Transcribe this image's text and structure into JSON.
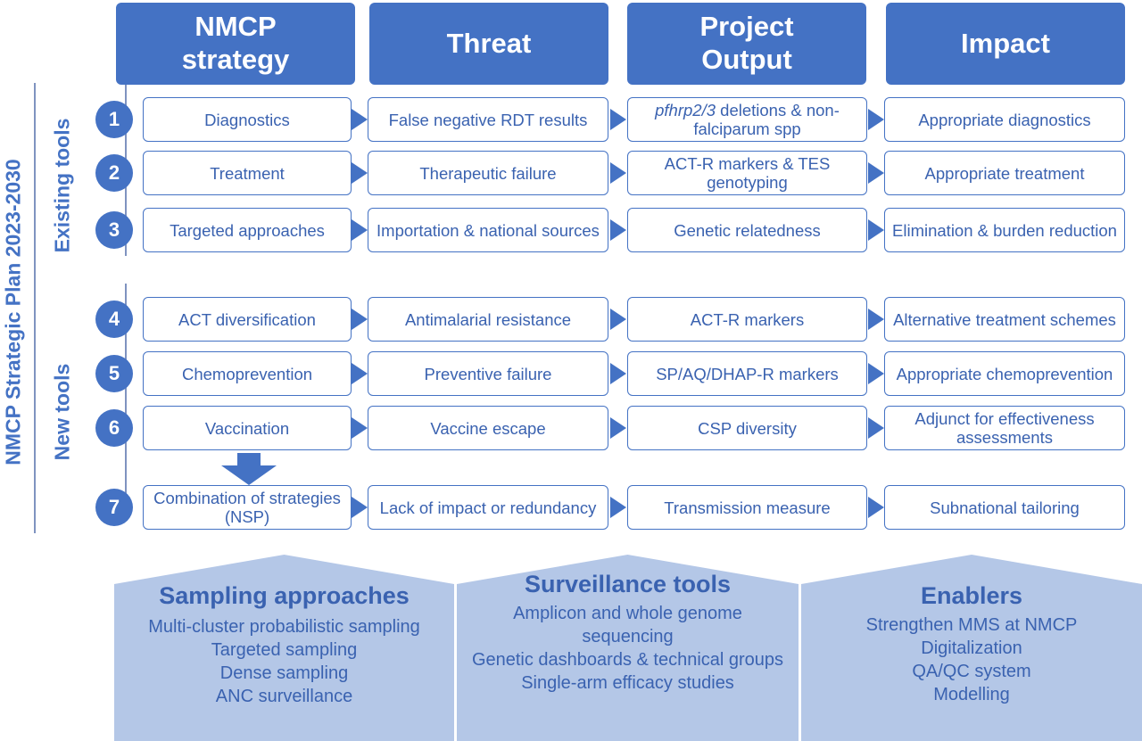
{
  "headers": [
    "NMCP\nstrategy",
    "Threat",
    "Project\nOutput",
    "Impact"
  ],
  "vertical_labels": {
    "plan": "NMCP Strategic Plan 2023-2030",
    "existing": "Existing tools",
    "new": "New tools"
  },
  "rows": [
    {
      "num": "1",
      "strategy": "Diagnostics",
      "threat": "False negative RDT results",
      "output_italic": "pfhrp2/3",
      "output": " deletions & non-falciparum spp",
      "impact": "Appropriate diagnostics"
    },
    {
      "num": "2",
      "strategy": "Treatment",
      "threat": "Therapeutic failure",
      "output_italic": "",
      "output": "ACT-R markers & TES genotyping",
      "impact": "Appropriate treatment"
    },
    {
      "num": "3",
      "strategy": "Targeted approaches",
      "threat": "Importation & national sources",
      "output_italic": "",
      "output": "Genetic relatedness",
      "impact": "Elimination & burden reduction"
    },
    {
      "num": "4",
      "strategy": "ACT diversification",
      "threat": "Antimalarial resistance",
      "output_italic": "",
      "output": "ACT-R markers",
      "impact": "Alternative treatment schemes"
    },
    {
      "num": "5",
      "strategy": "Chemoprevention",
      "threat": "Preventive failure",
      "output_italic": "",
      "output": "SP/AQ/DHAP-R markers",
      "impact": "Appropriate chemoprevention"
    },
    {
      "num": "6",
      "strategy": "Vaccination",
      "threat": "Vaccine escape",
      "output_italic": "",
      "output": "CSP diversity",
      "impact": "Adjunct for effectiveness assessments"
    },
    {
      "num": "7",
      "strategy": "Combination of strategies (NSP)",
      "threat": "Lack of impact or redundancy",
      "output_italic": "",
      "output": "Transmission measure",
      "impact": "Subnational tailoring"
    }
  ],
  "bottom_panels": [
    {
      "title": "Sampling approaches",
      "items": [
        "Multi-cluster probabilistic sampling",
        "Targeted sampling",
        "Dense sampling",
        "ANC surveillance"
      ]
    },
    {
      "title": "Surveillance tools",
      "items": [
        "Amplicon and whole genome sequencing",
        "Genetic dashboards & technical groups",
        "Single-arm efficacy studies"
      ]
    },
    {
      "title": "Enablers",
      "items": [
        "Strengthen MMS at NMCP",
        "Digitalization",
        "QA/QC system",
        "Modelling"
      ]
    }
  ],
  "colors": {
    "primary": "#4472c4",
    "text": "#3a62b0",
    "panel": "#b4c7e7"
  }
}
